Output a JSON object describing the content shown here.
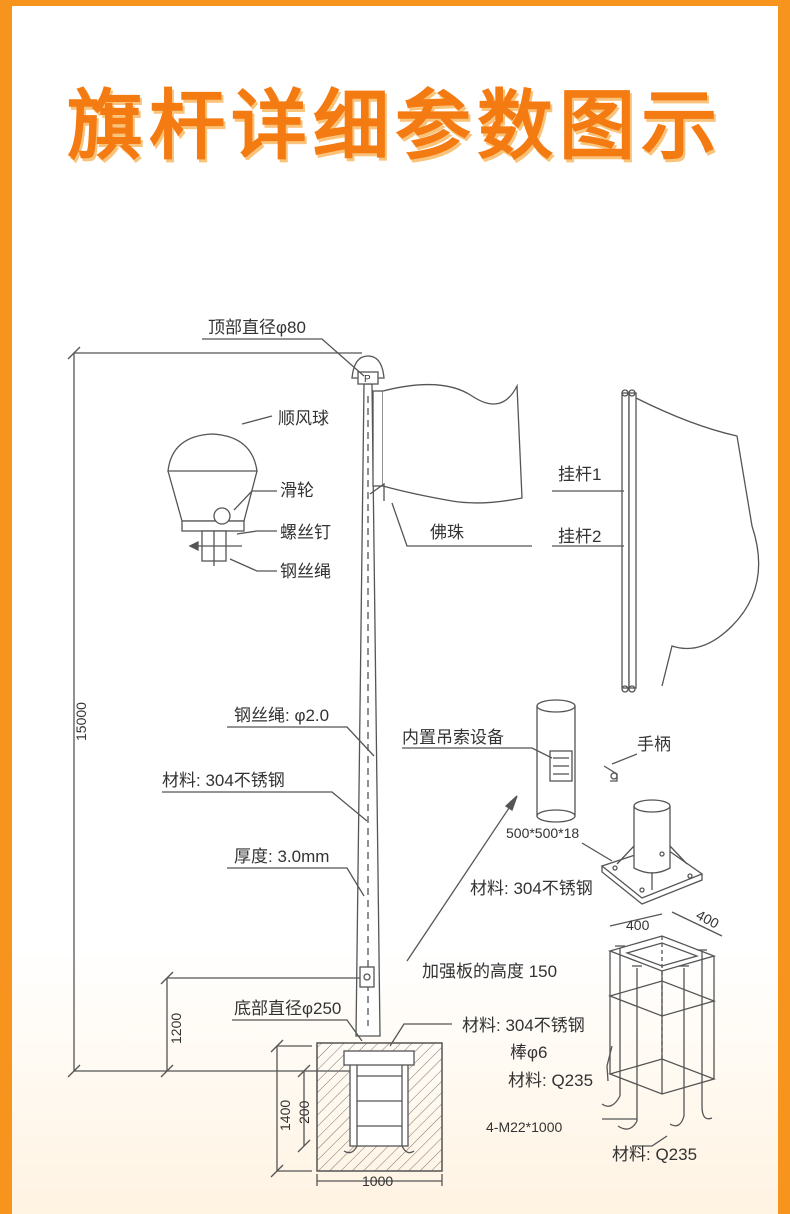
{
  "title": "旗杆详细参数图示",
  "colors": {
    "accent": "#f7941d",
    "title": "#f47a12",
    "line": "#555555"
  },
  "labels": {
    "top_diameter": "顶部直径φ80",
    "wind_ball": "顺风球",
    "pulley": "滑轮",
    "screw": "螺丝钉",
    "wire_rope": "钢丝绳",
    "bead": "佛珠",
    "hang_rod_1": "挂杆1",
    "hang_rod_2": "挂杆2",
    "wire_spec": "钢丝绳: φ2.0",
    "material_pole": "材料: 304不锈钢",
    "thickness": "厚度: 3.0mm",
    "builtin_hoist": "内置吊索设备",
    "handle": "手柄",
    "plate_size": "500*500*18",
    "material_plate": "材料: 304不锈钢",
    "rib_height": "加强板的高度 150",
    "bottom_diameter": "底部直径φ250",
    "material_base": "材料: 304不锈钢",
    "rod": "棒φ6",
    "material_cage": "材料: Q235",
    "bolts": "4-M22*1000",
    "material_bolts": "材料: Q235"
  },
  "dimensions": {
    "total_height": "15000",
    "base_height": "1200",
    "foundation_depth": "1400",
    "embed_depth": "200",
    "foundation_width": "1000",
    "cage_w1": "400",
    "cage_w2": "400"
  }
}
